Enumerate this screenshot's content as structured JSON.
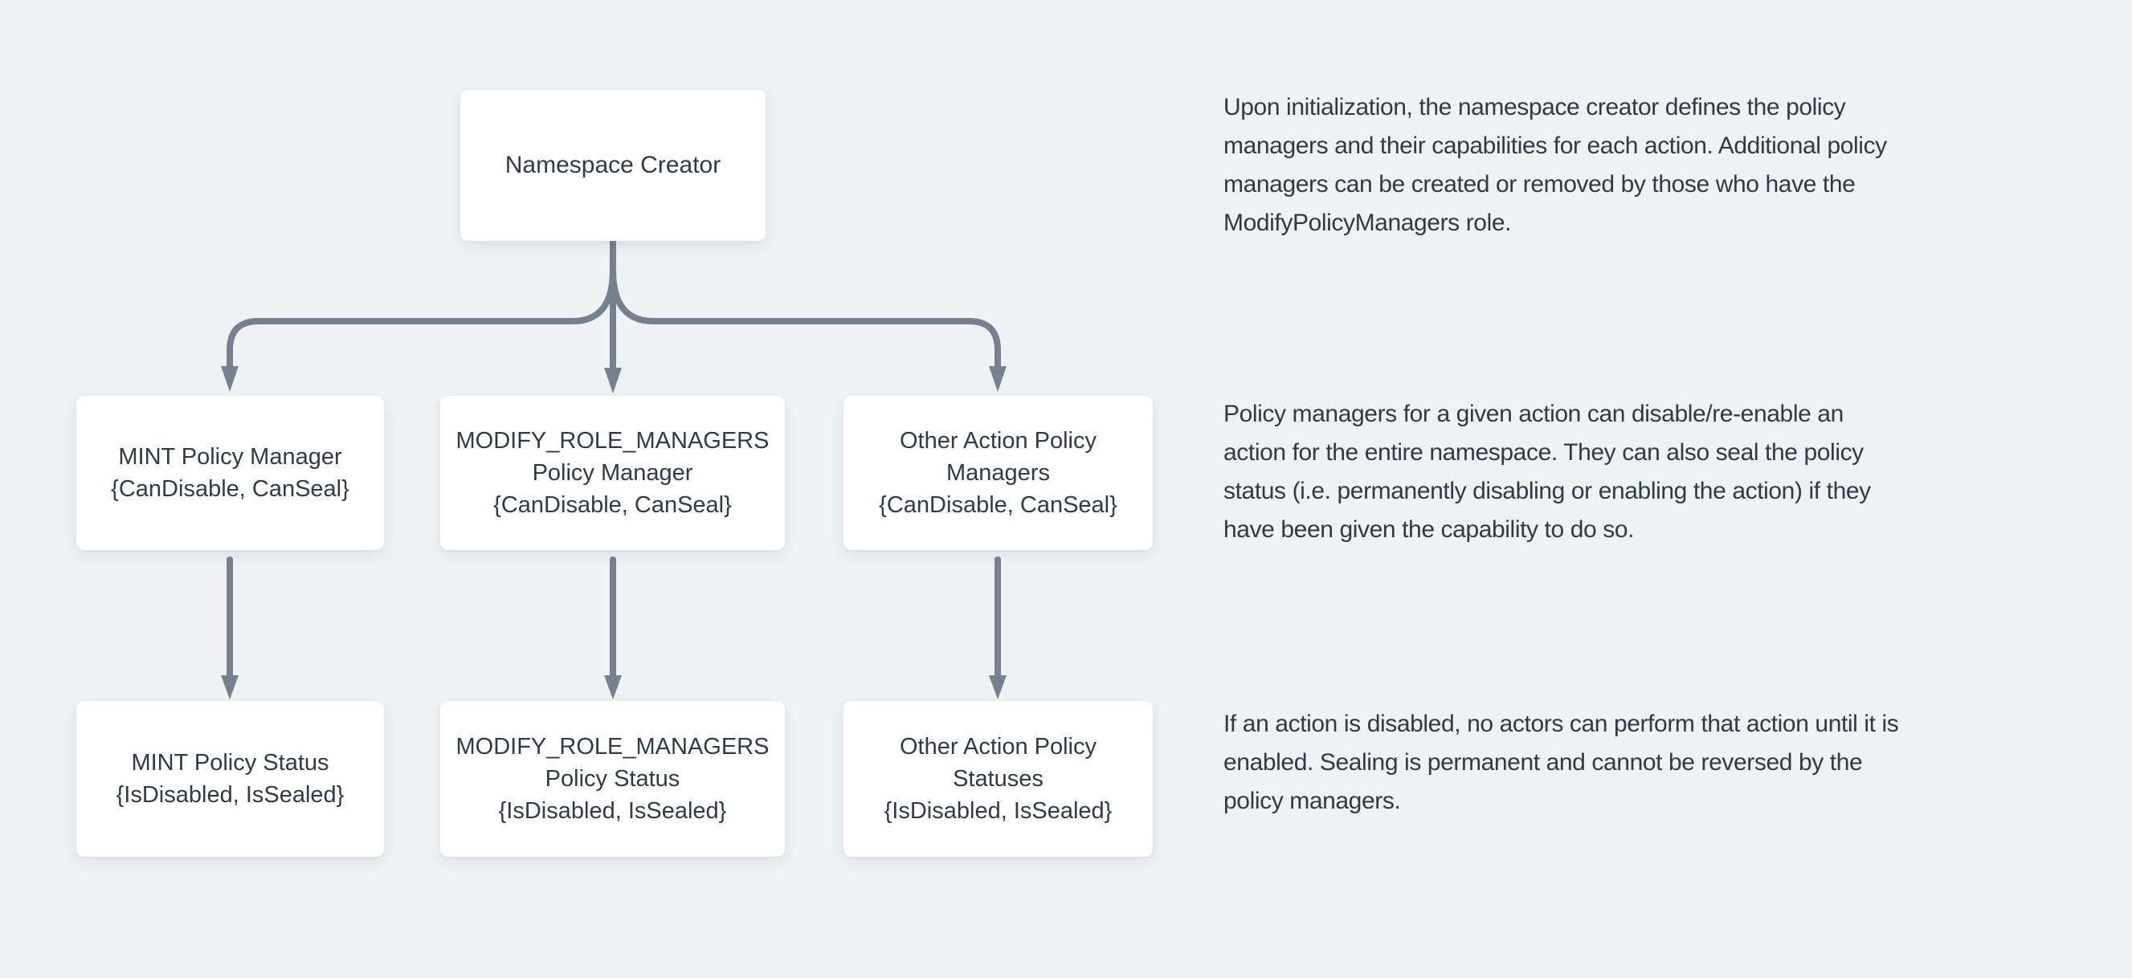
{
  "colors": {
    "background": "#EEF2F5",
    "node_background": "#FFFFFF",
    "node_text": "#2F3B49",
    "arrow": "#76818F",
    "annotation_text": "#2E3A47"
  },
  "diagram": {
    "root": {
      "title": "Namespace Creator"
    },
    "managers": [
      {
        "title": "MINT Policy Manager",
        "capabilities": "{CanDisable, CanSeal}"
      },
      {
        "title": "MODIFY_ROLE_MANAGERS Policy Manager",
        "capabilities": "{CanDisable, CanSeal}"
      },
      {
        "title": "Other Action Policy Managers",
        "capabilities": "{CanDisable, CanSeal}"
      }
    ],
    "statuses": [
      {
        "title": "MINT Policy Status",
        "flags": "{IsDisabled, IsSealed}"
      },
      {
        "title": "MODIFY_ROLE_MANAGERS Policy Status",
        "flags": "{IsDisabled, IsSealed}"
      },
      {
        "title": "Other Action Policy Statuses",
        "flags": "{IsDisabled, IsSealed}"
      }
    ]
  },
  "annotations": [
    {
      "lines": [
        "Upon initialization, the namespace creator defines the policy",
        "managers and their capabilities for each action. Additional policy",
        "managers can be created or removed by those who have the",
        "ModifyPolicyManagers role."
      ]
    },
    {
      "lines": [
        "Policy managers for a given action can disable/re-enable an",
        "action for the entire namespace. They can also seal the policy",
        "status (i.e. permanently disabling or enabling the action) if they",
        "have been given the capability to do so."
      ]
    },
    {
      "lines": [
        "If an action is disabled, no actors can perform that action until it is",
        "enabled. Sealing is permanent and cannot be reversed by the",
        "policy managers."
      ]
    }
  ]
}
